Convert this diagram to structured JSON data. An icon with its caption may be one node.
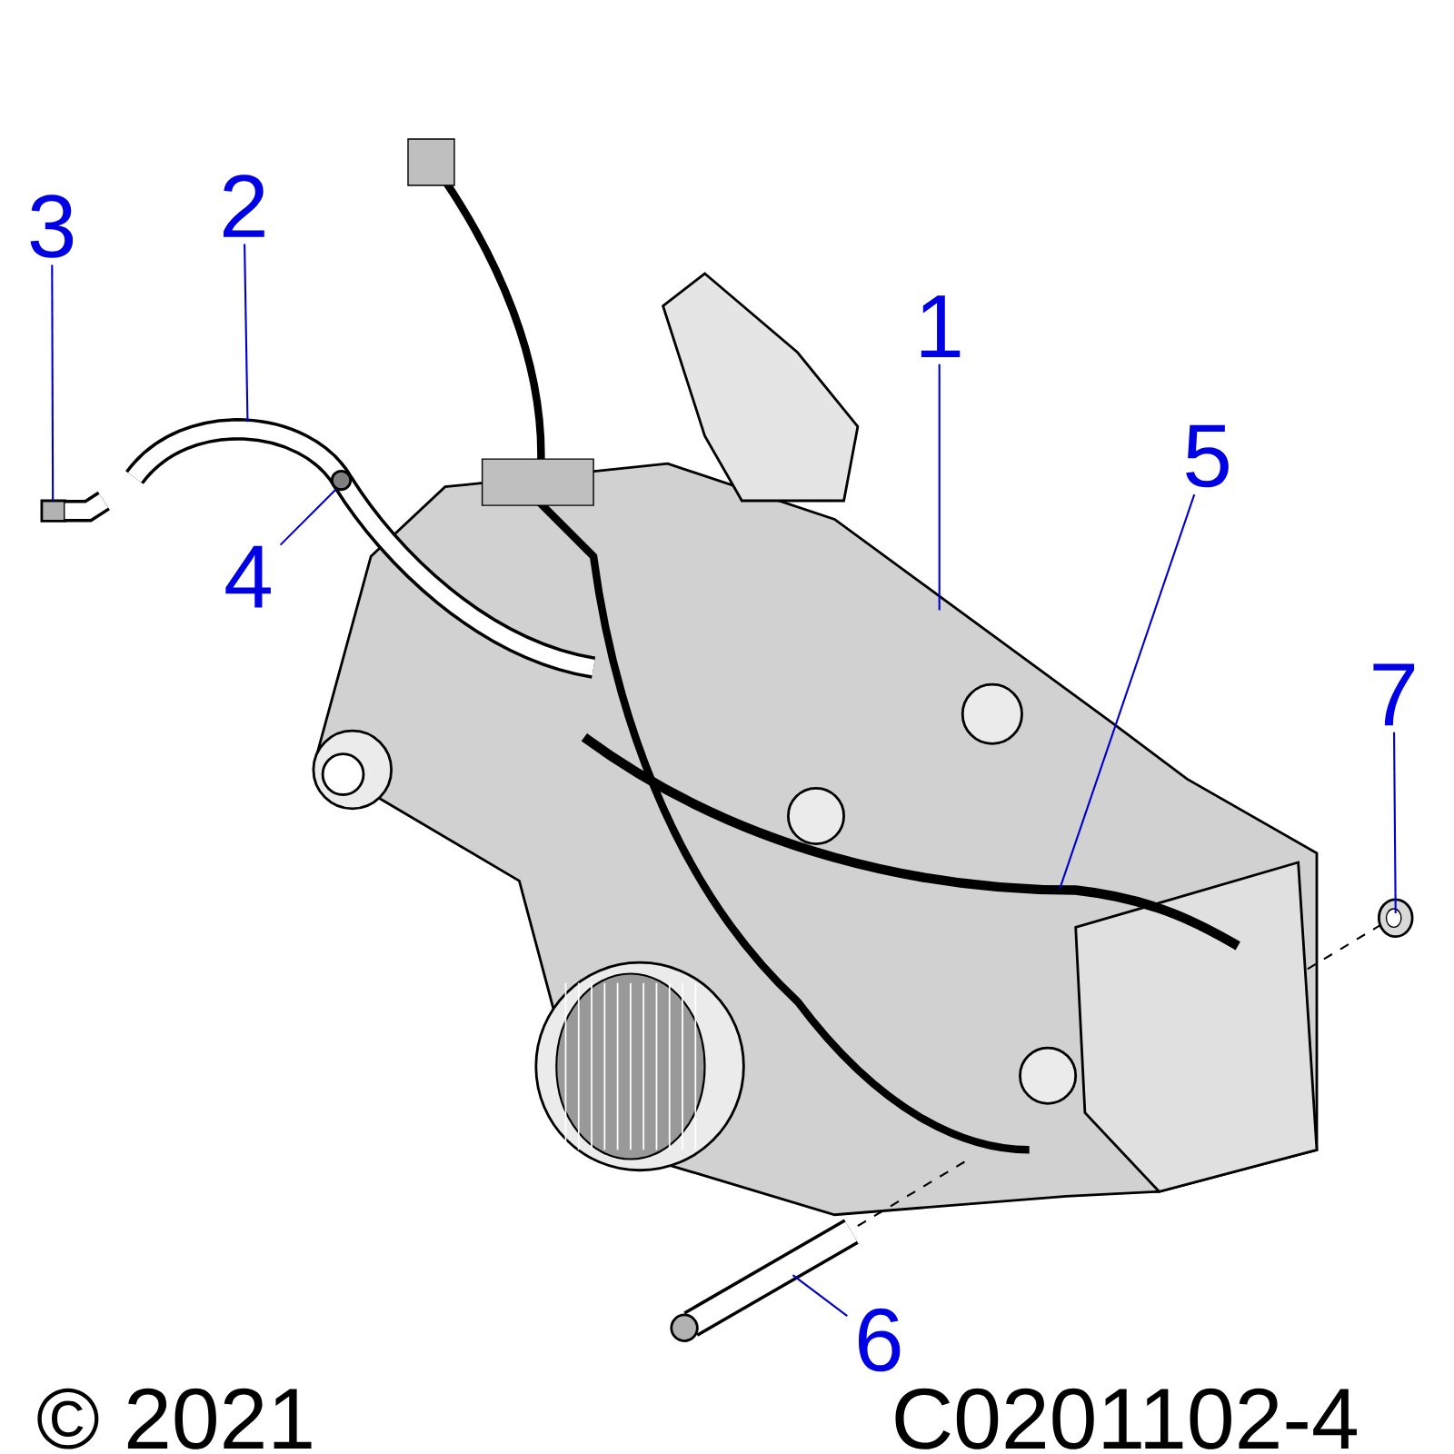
{
  "diagram": {
    "nodes": [
      {
        "text": [
          "1"
        ]
      },
      {
        "text": [
          "2"
        ]
      },
      {
        "text": [
          "3"
        ]
      },
      {
        "text": [
          "4"
        ]
      },
      {
        "text": [
          "5"
        ]
      },
      {
        "text": [
          "6"
        ]
      },
      {
        "text": [
          "7"
        ]
      }
    ],
    "edges": [
      {
        "from": 0,
        "to": null,
        "arrow": "none"
      },
      {
        "from": 1,
        "to": null,
        "arrow": "none"
      },
      {
        "from": 2,
        "to": null,
        "arrow": "none"
      },
      {
        "from": 3,
        "to": null,
        "arrow": "none"
      },
      {
        "from": 4,
        "to": null,
        "arrow": "none"
      },
      {
        "from": 5,
        "to": null,
        "arrow": "none"
      },
      {
        "from": 6,
        "to": null,
        "arrow": "none"
      }
    ],
    "labels": [
      "© 2021",
      "C0201102-4"
    ]
  }
}
